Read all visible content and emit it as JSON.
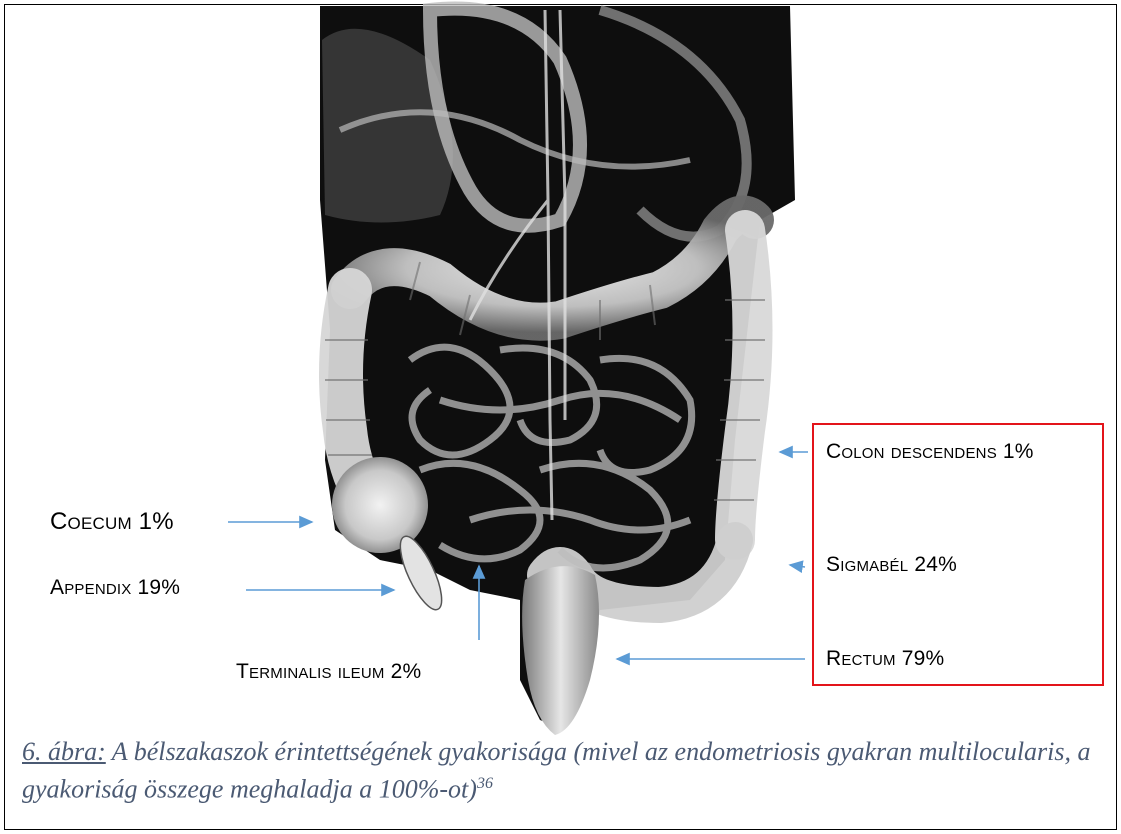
{
  "labels": {
    "coecum": "Coecum 1%",
    "appendix": "Appendix 19%",
    "terminalis_ileum": "Terminalis ileum 2%",
    "colon_descendens": "Colon descendens 1%",
    "sigmabel": "Sigmabél 24%",
    "rectum": "Rectum 79%"
  },
  "caption": {
    "figure_ref": "6. ábra:",
    "text": " A bélszakaszok érintettségének gyakorisága (mivel az endometriosis gyakran multilocularis, a gyakoriság összege meghaladja a 100%-ot)",
    "footnote": "36"
  },
  "colors": {
    "arrow": "#5b9bd5",
    "highlight_box": "#e3141a",
    "caption": "#4b5a73",
    "background": "#000000"
  }
}
